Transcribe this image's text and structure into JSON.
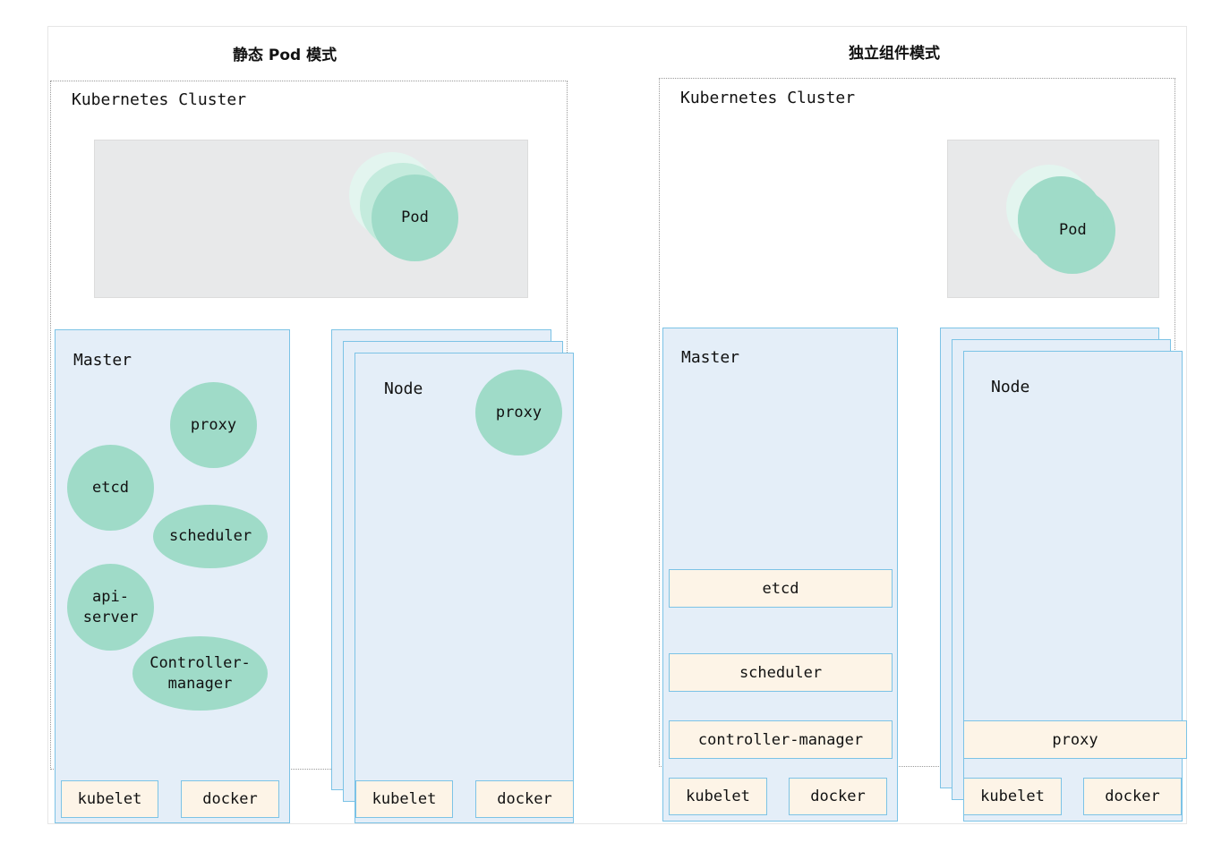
{
  "titles": {
    "static_mode": "静态 Pod 模式",
    "standalone_mode": "独立组件模式"
  },
  "left": {
    "cluster_label": "Kubernetes Cluster",
    "pod_label": "Pod",
    "master_label": "Master",
    "master_components": {
      "proxy": "proxy",
      "etcd": "etcd",
      "scheduler": "scheduler",
      "api_server_line1": "api-",
      "api_server_line2": "server",
      "controller_line1": "Controller-",
      "controller_line2": "manager"
    },
    "master_kubelet": "kubelet",
    "master_docker": "docker",
    "node_label": "Node",
    "node_proxy": "proxy",
    "node_kubelet": "kubelet",
    "node_docker": "docker"
  },
  "right": {
    "cluster_label": "Kubernetes Cluster",
    "pod_label": "Pod",
    "master_label": "Master",
    "master_components": {
      "etcd": "etcd",
      "scheduler": "scheduler",
      "controller_manager": "controller-manager"
    },
    "master_kubelet": "kubelet",
    "master_docker": "docker",
    "node_label": "Node",
    "node_proxy": "proxy",
    "node_kubelet": "kubelet",
    "node_docker": "docker"
  },
  "colors": {
    "pod_circle": "#9fdbc8",
    "panel_fill": "#e4eef8",
    "panel_border": "#7cc3e6",
    "component_fill": "#fdf4e7",
    "pod_area": "#e8e9ea"
  }
}
